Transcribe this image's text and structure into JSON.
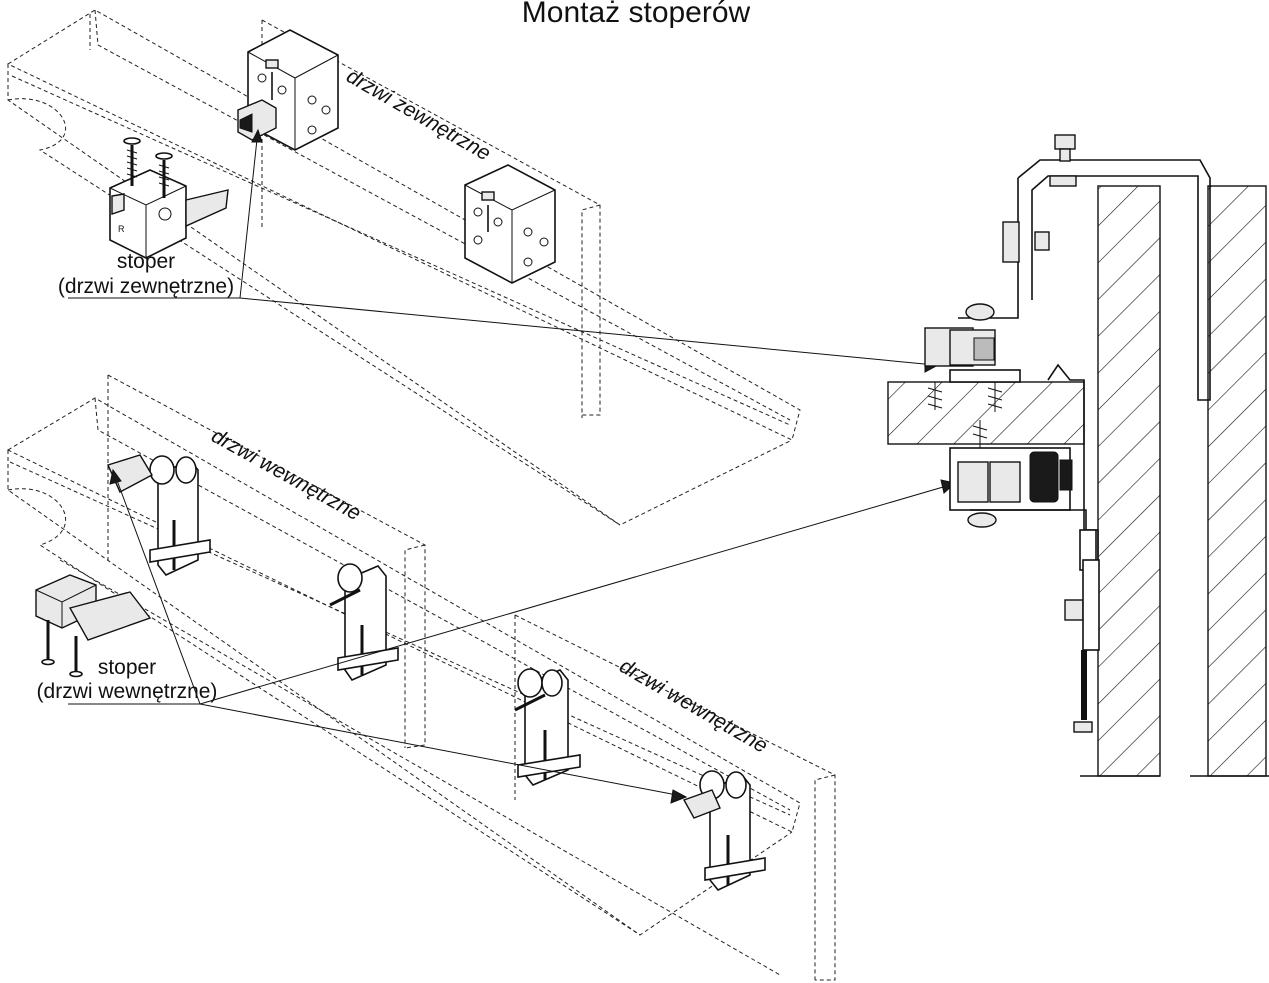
{
  "title": "Montaż stoperów",
  "labels": {
    "outer_stopper_1": "stoper",
    "outer_stopper_2": "(drzwi zewnętrzne)",
    "inner_stopper_1": "stoper",
    "inner_stopper_2": "(drzwi wewnętrzne)"
  },
  "doors": {
    "outer": "drzwi zewnętrzne",
    "inner_1": "drzwi wewnętrzne",
    "inner_2": "drzwi wewnętrzne"
  },
  "colors": {
    "line": "#111111",
    "part_fill": "#e9e9e9",
    "background": "#ffffff"
  }
}
